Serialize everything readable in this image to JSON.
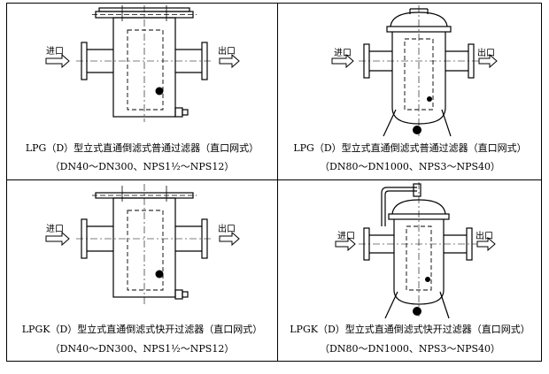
{
  "cells": [
    {
      "caption_line1": "LPG（D）型立式直通倒滤式普通过滤器（直口网式）",
      "caption_line2": "（DN40～DN300、NPS1½～NPS12）",
      "inlet_label": "进口",
      "outlet_label": "出口"
    },
    {
      "caption_line1": "LPG（D）型立式直通倒滤式普通过滤器（直口网式）",
      "caption_line2": "（DN80～DN1000、NPS3～NPS40）",
      "inlet_label": "进口",
      "outlet_label": "出口"
    },
    {
      "caption_line1": "LPGK（D）型立式直通倒滤式快开过滤器（直口网式）",
      "caption_line2": "（DN40～DN300、NPS1½～NPS12）",
      "inlet_label": "进口",
      "outlet_label": "出口"
    },
    {
      "caption_line1": "LPGK（D）型立式直通倒滤式快开过滤器（直口网式）",
      "caption_line2": "（DN80～DN1000、NPS3～NPS40）",
      "inlet_label": "进口",
      "outlet_label": "出口"
    }
  ]
}
